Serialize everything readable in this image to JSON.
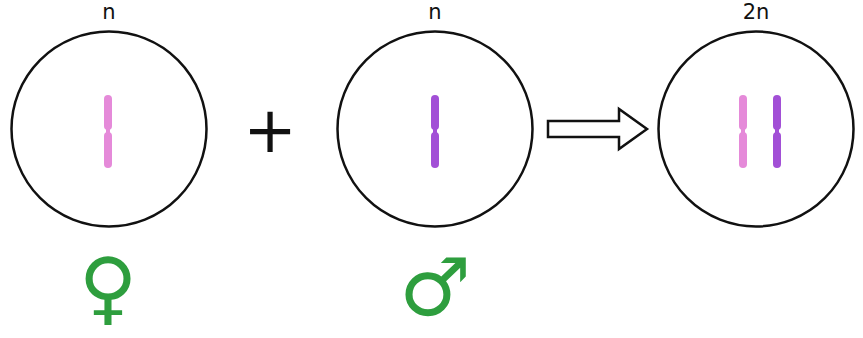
{
  "diagram": {
    "nodes": [
      {
        "text": [
          "n"
        ]
      },
      {
        "text": [
          "n"
        ]
      },
      {
        "text": [
          "2n"
        ]
      }
    ],
    "edges": [
      {
        "from": 1,
        "to": 2,
        "arrow": "to"
      }
    ],
    "labels": [
      "+",
      "♀",
      "♂"
    ]
  }
}
